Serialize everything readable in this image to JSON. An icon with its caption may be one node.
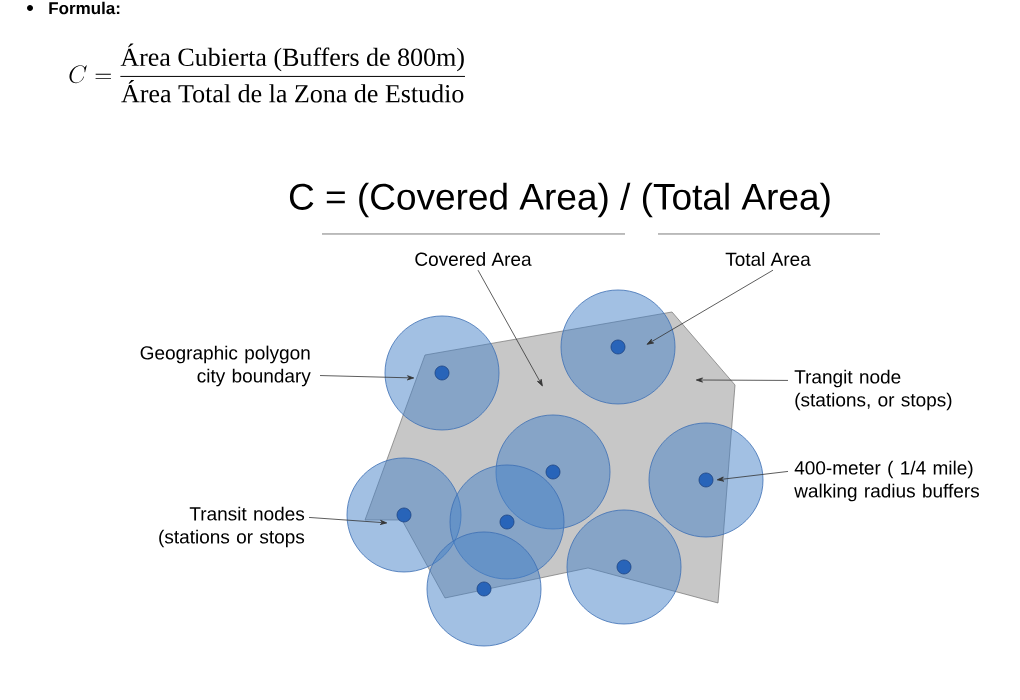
{
  "diagram": {
    "title": "C = (Covered Area) / (Total Area)",
    "nodes": [
      {
        "text": [
          "Covered Area"
        ]
      },
      {
        "text": [
          "Total Area"
        ]
      },
      {
        "text": [
          "Geographic polygon city boundary"
        ]
      },
      {
        "text": [
          "Trangit node (stations, or stops)"
        ]
      },
      {
        "text": [
          "400-meter ( 1/4 mile) walking radius buffers"
        ]
      },
      {
        "text": [
          "Transit nodes (stations or stops"
        ]
      }
    ],
    "edges": [
      {
        "from": 0,
        "to": null,
        "arrow": "to"
      },
      {
        "from": 1,
        "to": null,
        "arrow": "to"
      },
      {
        "from": 2,
        "to": null,
        "arrow": "to"
      },
      {
        "from": 3,
        "to": null,
        "arrow": "to"
      },
      {
        "from": 4,
        "to": null,
        "arrow": "to"
      },
      {
        "from": 5,
        "to": null,
        "arrow": "to"
      }
    ],
    "labels": [
      "Formula:",
      "C = \\frac{\\text{Área Cubierta (Buffers de 800m)}}{\\text{Área Total de la Zona de Estudio}}"
    ]
  }
}
